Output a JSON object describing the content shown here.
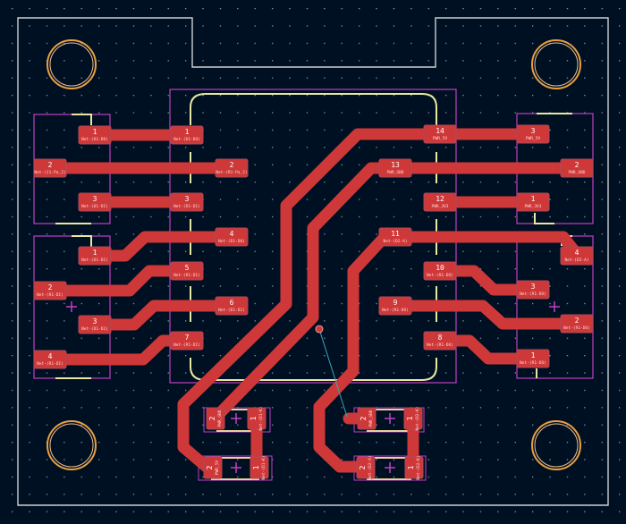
{
  "colors": {
    "background": "#001023",
    "copper": "#cf3838",
    "pad_outline": "#a84a5a",
    "courtyard": "#c040c0",
    "silkscreen": "#e8e8a0",
    "edge_cuts": "#d0d0d0",
    "hole_ring": "#e8a040",
    "ratsnest": "#3aa6b0"
  },
  "ic": {
    "left_pads": [
      {
        "number": "1",
        "net": "Net-(D1-DO)"
      },
      {
        "number": "2",
        "net": "Net-(R1-Pa_2)"
      },
      {
        "number": "3",
        "net": "Net-(D1-DI)"
      },
      {
        "number": "4",
        "net": "Net-(D1-D0)"
      },
      {
        "number": "5",
        "net": "Net-(R1-DI)"
      },
      {
        "number": "6",
        "net": "Net-(D1-D2)"
      },
      {
        "number": "7",
        "net": "Net-(R1-DI)"
      }
    ],
    "right_pads": [
      {
        "number": "14",
        "net": "PWR_5V"
      },
      {
        "number": "13",
        "net": "PWR_GND"
      },
      {
        "number": "12",
        "net": "PWR_3V3"
      },
      {
        "number": "11",
        "net": "Net-(D2-A)"
      },
      {
        "number": "10",
        "net": "Net-(R1-DO)"
      },
      {
        "number": "9",
        "net": "Net-(R1-DO)"
      },
      {
        "number": "8",
        "net": "Net-(R1-DO)"
      }
    ]
  },
  "left_connector_top": [
    {
      "number": "1",
      "net": "Net-(D1-DO)"
    },
    {
      "number": "2",
      "net": "Net-(J1-Pa_2)"
    },
    {
      "number": "3",
      "net": "Net-(D1-DI)"
    }
  ],
  "left_connector_bottom": [
    {
      "number": "1",
      "net": "Net-(D1-DI)"
    },
    {
      "number": "2",
      "net": "Net-(R1-DI)"
    },
    {
      "number": "3",
      "net": "Net-(D1-D2)"
    },
    {
      "number": "4",
      "net": "Net-(R1-DI)"
    }
  ],
  "right_connector_top": [
    {
      "number": "3",
      "net": "PWR_5V"
    },
    {
      "number": "2",
      "net": "PWR_GND"
    },
    {
      "number": "1",
      "net": "PWR_3V3"
    }
  ],
  "right_connector_bottom": [
    {
      "number": "4",
      "net": "Net-(D2-A)"
    },
    {
      "number": "3",
      "net": "Net-(R1-DO)"
    },
    {
      "number": "2",
      "net": "Net-(R1-DO)"
    },
    {
      "number": "1",
      "net": "Net-(R1-DO)"
    }
  ],
  "leds": [
    {
      "pad2": {
        "number": "2",
        "net": "PWR_GND"
      },
      "pad1": {
        "number": "1",
        "net": "Net-(D1-K)"
      }
    },
    {
      "pad2": {
        "number": "2",
        "net": "PWR_5V"
      },
      "pad1": {
        "number": "1",
        "net": "Net-(D1-K)"
      }
    },
    {
      "pad2": {
        "number": "2",
        "net": "PWR_GND"
      },
      "pad1": {
        "number": "1",
        "net": "Net-(D2-K)"
      }
    },
    {
      "pad2": {
        "number": "2",
        "net": "Net-(D2-A)"
      },
      "pad1": {
        "number": "1",
        "net": "Net-(D2-K)"
      }
    }
  ]
}
